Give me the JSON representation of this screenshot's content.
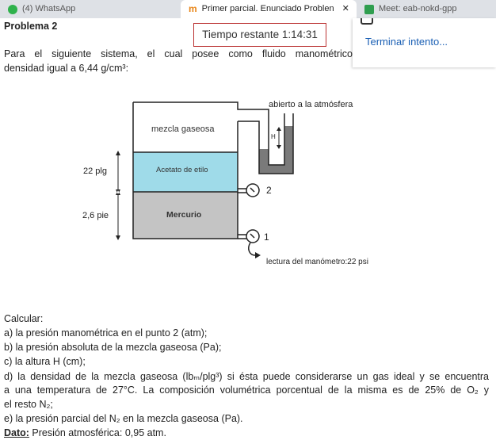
{
  "tabs": [
    {
      "label": "(4) WhatsApp",
      "icon": "whatsapp-icon"
    },
    {
      "label": "Primer parcial. Enunciado Problen",
      "icon": "moodle-icon",
      "active": true
    },
    {
      "label": "Meet: eab-nokd-gpp",
      "icon": "meet-icon"
    }
  ],
  "timer": "Tiempo restante 1:14:31",
  "finish_link": "Terminar intento...",
  "problem": {
    "title": "Problema 2",
    "intro_line1": "Para el siguiente sistema, el cual posee como fluido manométrico",
    "intro_line2": "densidad igual a 6,44 g/cm³:"
  },
  "diagram": {
    "open": "abierto a la atmósfera",
    "gas": "mezcla gaseosa",
    "acetate": "Acetato de etilo",
    "mercury": "Mercurio",
    "h": "H",
    "dim1": "22 plg",
    "dim2": "2,6 pie",
    "point2": "2",
    "point1": "1",
    "reading": "lectura del manómetro:22 psi",
    "colors": {
      "acetate": "#9fdbe9",
      "mercury": "#c4c4c4",
      "manometer_fluid": "#7a7a7a"
    }
  },
  "questions": {
    "heading": "Calcular:",
    "a": "a) la presión manométrica en el punto 2 (atm);",
    "b": "b) la presión absoluta de la mezcla gaseosa (Pa);",
    "c": "c) la altura H (cm);",
    "d1": "d) la densidad de la mezcla gaseosa (lbₘ/plg³) si ésta puede considerarse un gas ideal y se encuentra",
    "d2": "a una temperatura de 27°C. La composición volumétrica porcentual de la misma es de 25% de O₂ y",
    "d3": "el resto N₂;",
    "e": "e) la presión parcial del N₂ en la mezcla gaseosa (Pa).",
    "dato_label": "Dato:",
    "dato_text": " Presión atmosférica: 0,95 atm."
  }
}
